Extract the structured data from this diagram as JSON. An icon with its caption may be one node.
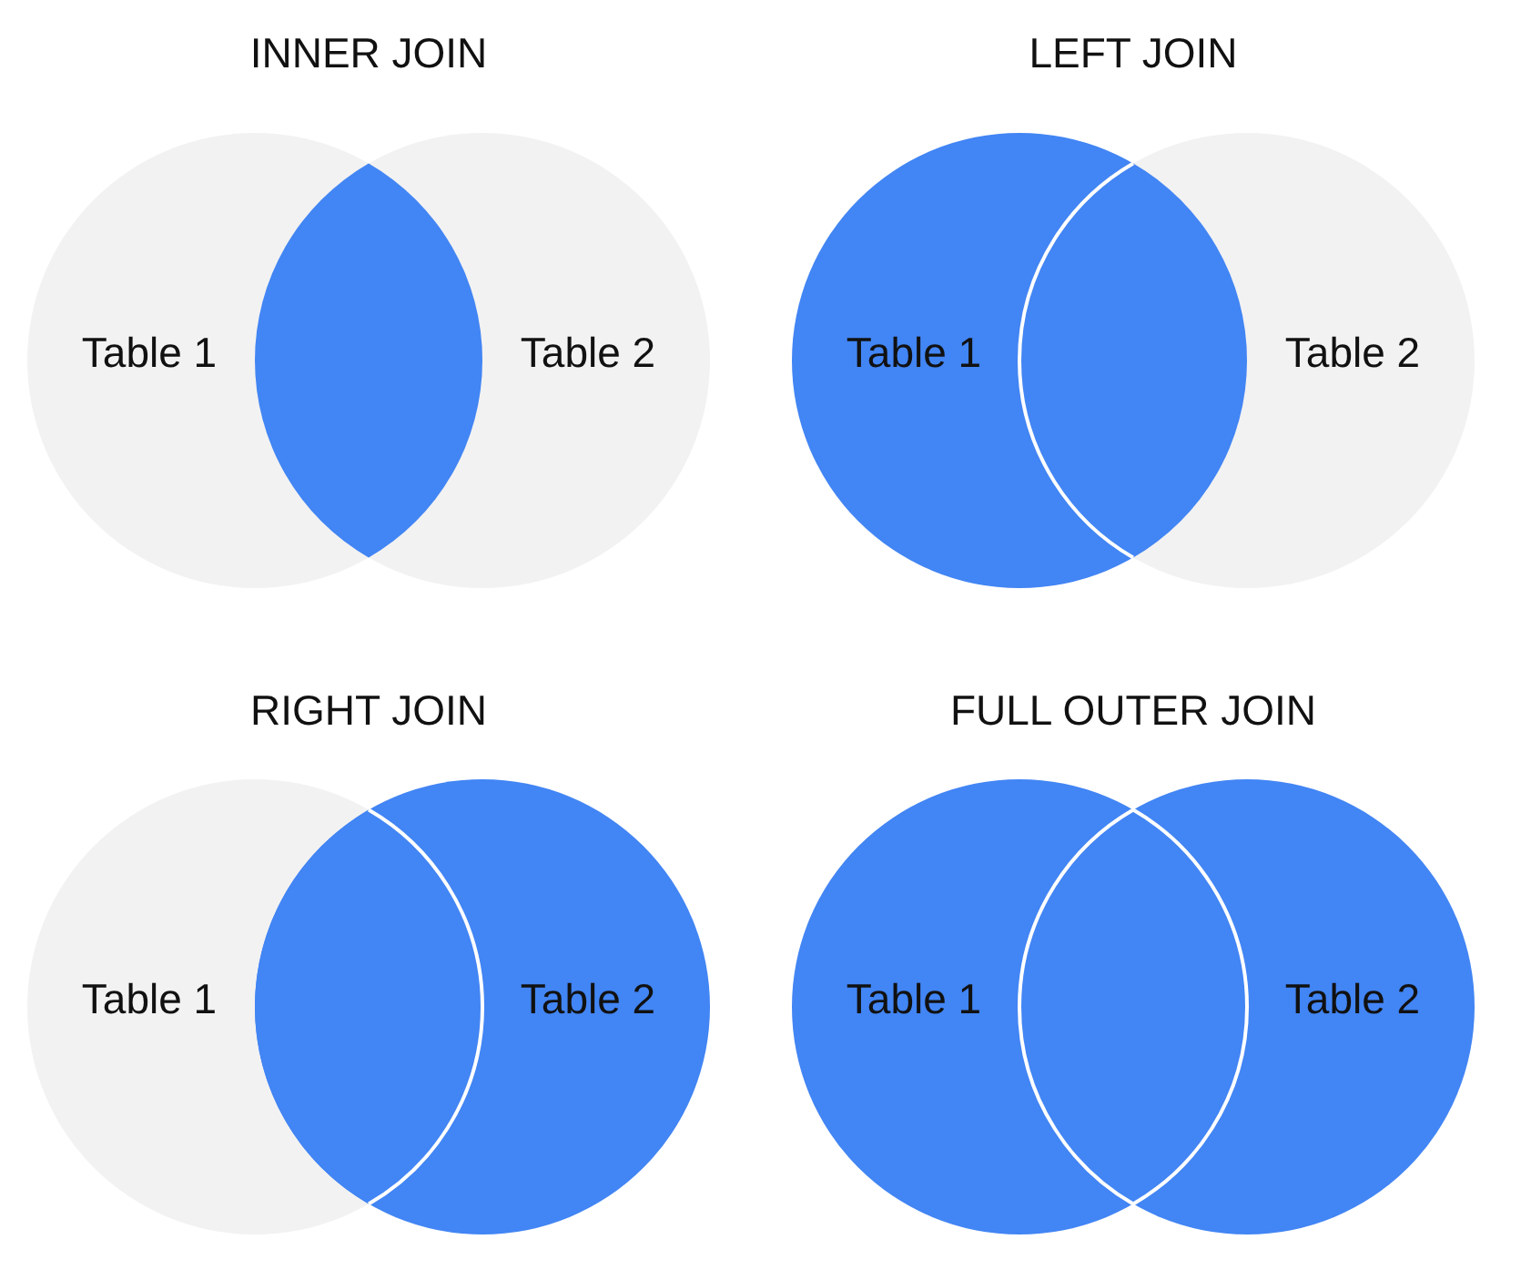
{
  "diagram": {
    "nodes": [
      {
        "text": [
          "Table 1"
        ]
      },
      {
        "text": [
          "Table 2"
        ]
      },
      {
        "text": [
          "Table 1"
        ]
      },
      {
        "text": [
          "Table 2"
        ]
      },
      {
        "text": [
          "Table 1"
        ]
      },
      {
        "text": [
          "Table 2"
        ]
      },
      {
        "text": [
          "Table 1"
        ]
      },
      {
        "text": [
          "Table 2"
        ]
      }
    ],
    "labels": [
      "INNER JOIN",
      "LEFT JOIN",
      "RIGHT JOIN",
      "FULL OUTER JOIN"
    ]
  }
}
